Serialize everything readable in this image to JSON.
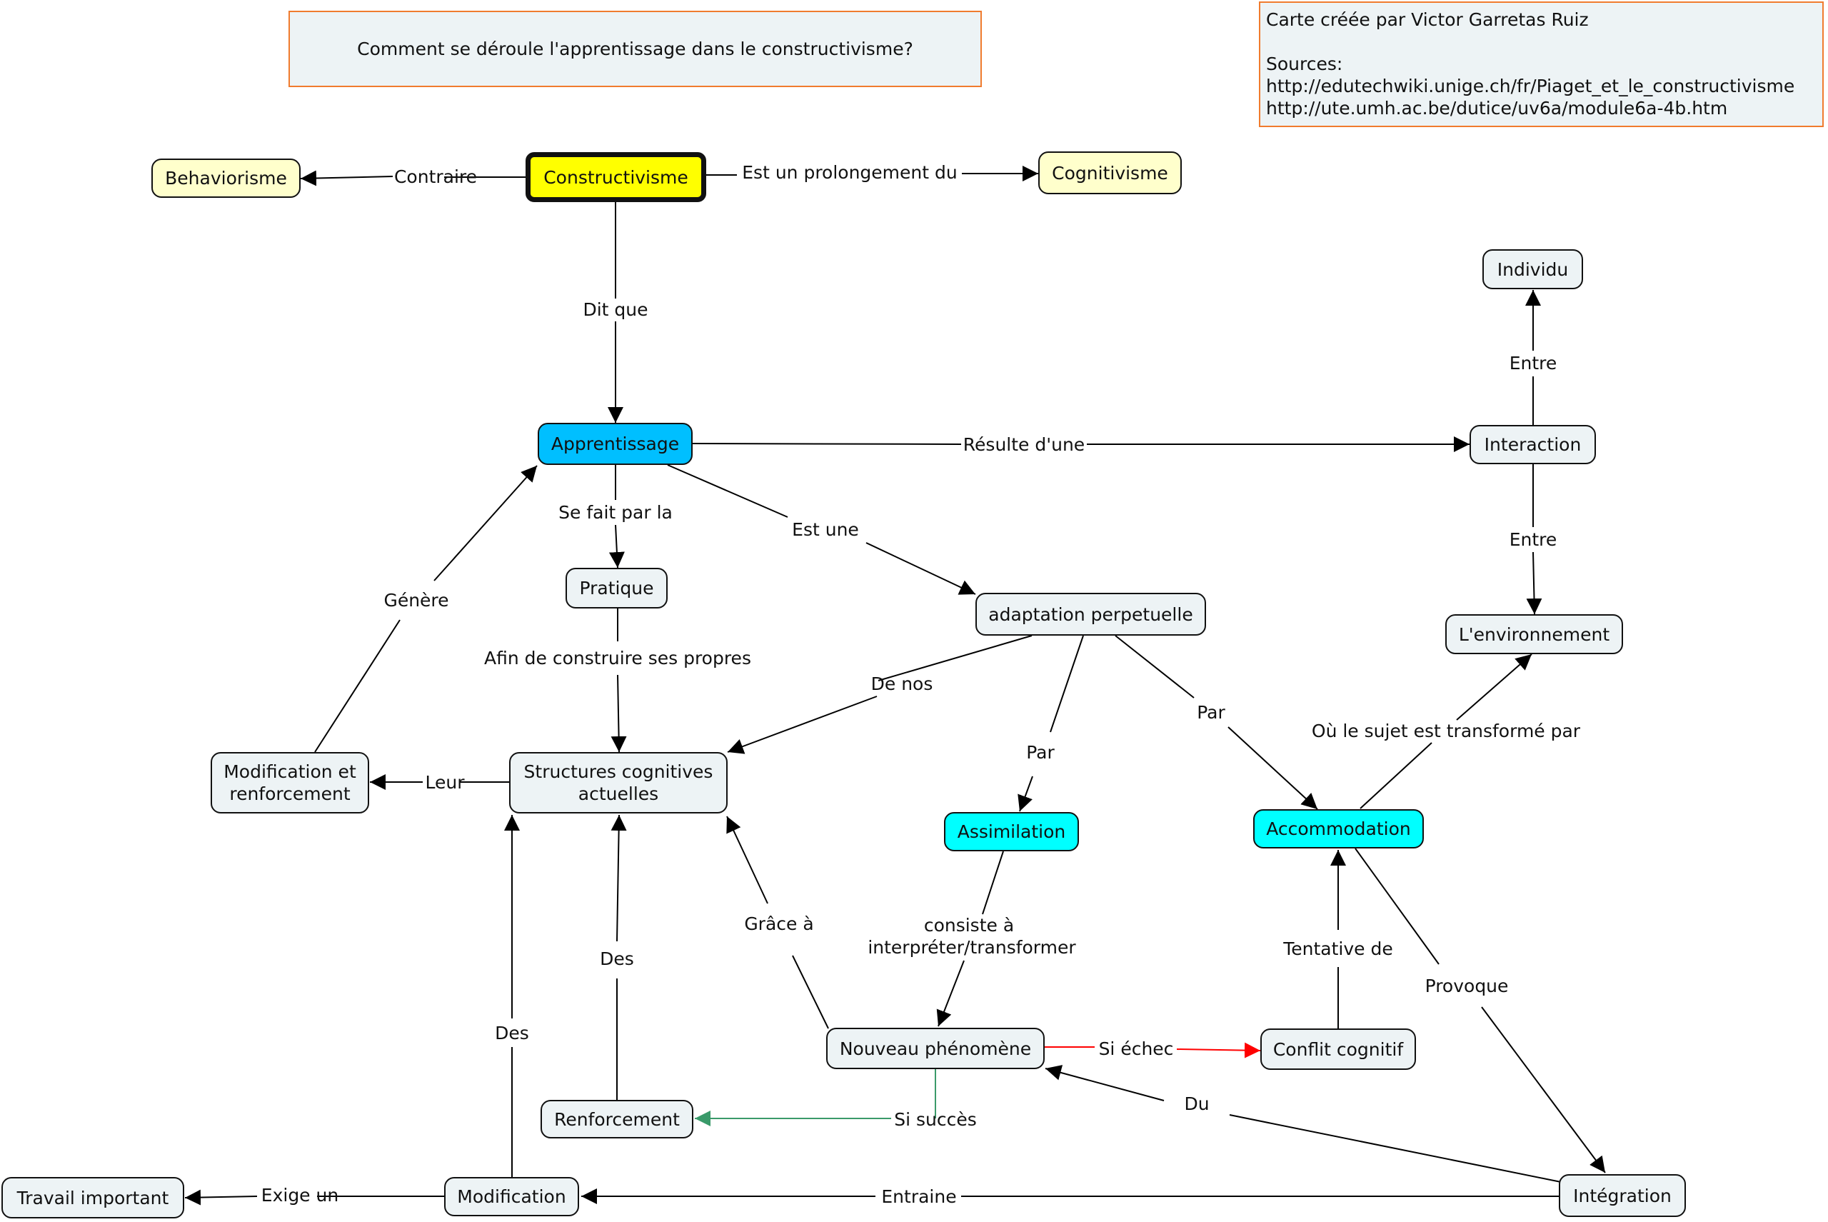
{
  "question": "Comment se déroule l'apprentissage dans le constructivisme?",
  "credits": {
    "author": "Carte créée par Victor Garretas Ruiz",
    "sources_label": "Sources:",
    "sources": [
      "http://edutechwiki.unige.ch/fr/Piaget_et_le_constructivisme",
      "http://ute.umh.ac.be/dutice/uv6a/module6a-4b.htm"
    ]
  },
  "colors": {
    "node_default": "#edf3f5",
    "node_yellow": "#ffffcc",
    "main_concept": "#ffff00",
    "apprentissage": "#00bfff",
    "process": "#00ffff",
    "box_border": "#f07b2e",
    "edge_fail": "#ff0000",
    "edge_success": "#3a9a6a"
  },
  "nodes": {
    "constructivisme": "Constructivisme",
    "behaviorisme": "Behaviorisme",
    "cognitivisme": "Cognitivisme",
    "apprentissage": "Apprentissage",
    "interaction": "Interaction",
    "individu": "Individu",
    "environnement": "L'environnement",
    "pratique": "Pratique",
    "adaptation": "adaptation perpetuelle",
    "structures": [
      "Structures cognitives",
      "actuelles"
    ],
    "modif_renf": [
      "Modification et",
      "renforcement"
    ],
    "assimilation": "Assimilation",
    "accommodation": "Accommodation",
    "nouveau": "Nouveau phénomène",
    "conflit": "Conflit cognitif",
    "renforcement": "Renforcement",
    "travail": "Travail important",
    "modification": "Modification",
    "integration": "Intégration"
  },
  "links": {
    "contraire": "Contraire",
    "prolongement": "Est un prolongement du",
    "dit_que": "Dit que",
    "resulte": "Résulte d'une",
    "entre_haut": "Entre",
    "entre_bas": "Entre",
    "se_fait": "Se fait par la",
    "est_une": "Est une",
    "genere": "Génère",
    "afin": "Afin de construire ses propres",
    "de_nos": "De nos",
    "par_assim": "Par",
    "par_accom": "Par",
    "ou_sujet": "Où le sujet est transformé par",
    "leur": "Leur",
    "consiste": [
      "consiste à",
      "interpréter/transformer"
    ],
    "grace": "Grâce à",
    "tentative": "Tentative de",
    "provoque": "Provoque",
    "des_renf": "Des",
    "des_modif": "Des",
    "si_echec": "Si échec",
    "si_succes": "Si succès",
    "du": "Du",
    "exige": "Exige un",
    "entraine": "Entraine"
  }
}
